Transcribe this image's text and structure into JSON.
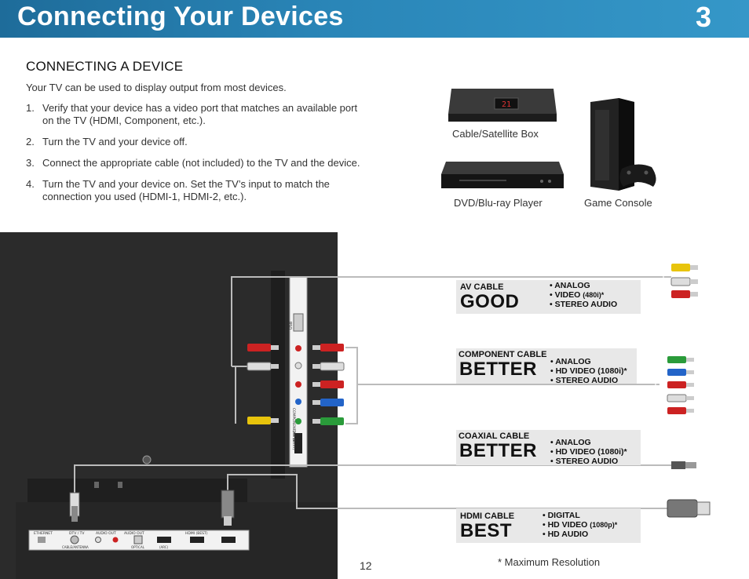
{
  "header": {
    "title": "Connecting Your Devices",
    "chapter": "3"
  },
  "section": {
    "title": "CONNECTING A DEVICE",
    "intro": "Your TV can be used to display output from most devices.",
    "steps": [
      {
        "num": "1.",
        "text": "Verify that your device has a video port that matches an available port on the TV (HDMI, Component, etc.)."
      },
      {
        "num": "2.",
        "text": "Turn the TV and your device off."
      },
      {
        "num": "3.",
        "text": "Connect the appropriate cable (not included) to the TV and the device."
      },
      {
        "num": "4.",
        "text": "Turn the TV and your device on. Set the TV’s input to match the connection you used (HDMI-1, HDMI-2, etc.)."
      }
    ]
  },
  "devices": {
    "cable_box": "Cable/Satellite Box",
    "dvd": "DVD/Blu-ray Player",
    "console": "Game Console",
    "box_display": "21"
  },
  "cables": [
    {
      "name": "AV CABLE",
      "grade": "GOOD",
      "features": [
        "• ANALOG",
        "• VIDEO",
        "• STEREO AUDIO"
      ],
      "res": "(480i)*"
    },
    {
      "name": "COMPONENT CABLE",
      "grade": "BETTER",
      "features": [
        "• ANALOG",
        "• HD VIDEO (1080i)*",
        "• STEREO AUDIO"
      ]
    },
    {
      "name": "COAXIAL CABLE",
      "grade": "BETTER",
      "features": [
        "• ANALOG",
        "• HD VIDEO (1080i)*",
        "• STEREO AUDIO"
      ]
    },
    {
      "name": "HDMI CABLE",
      "grade": "BEST",
      "features": [
        "• DIGITAL",
        "• HD VIDEO",
        "• HD AUDIO"
      ],
      "res": "(1080p)*"
    }
  ],
  "tv_ports": {
    "usb": "USB",
    "component_label": "COMPONENT/AV IN",
    "hdmi_side": "HDMI (BEST)",
    "ethernet": "ETHERNET",
    "dtv": "DTV / TV",
    "cable_antenna": "CABLE/ANTENNA",
    "audio_out": "AUDIO OUT",
    "optical": "OPTICAL",
    "hdmi_best": "HDMI (BEST)",
    "arc": "(ARC)"
  },
  "footer": {
    "page": "12",
    "note": "* Maximum Resolution"
  },
  "colors": {
    "header": "#2a86b8",
    "panel": "#2b2b2b",
    "box": "#e8e8e8"
  }
}
